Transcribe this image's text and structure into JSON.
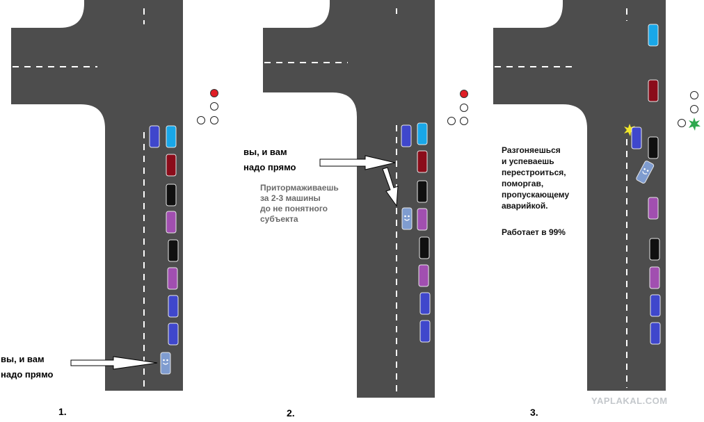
{
  "panels": [
    {
      "step_label": "1.",
      "notes": [
        {
          "lines": [
            "вы, и вам",
            "надо прямо"
          ]
        }
      ]
    },
    {
      "step_label": "2.",
      "notes": [
        {
          "lines": [
            "вы, и вам",
            "надо прямо"
          ]
        },
        {
          "lines": [
            "Притормаживаешь",
            "за 2-3 машины",
            "до не понятного",
            "субъекта"
          ]
        }
      ]
    },
    {
      "step_label": "3.",
      "notes": [
        {
          "lines": [
            "Разгоняешься",
            "и успеваешь",
            "перестроиться,",
            "поморгав,",
            "пропускающему",
            "аварийкой."
          ]
        },
        {
          "lines": [
            "Работает в 99%"
          ]
        }
      ]
    }
  ],
  "watermark": "YAPLAKAL.COM",
  "colors": {
    "road": "#4d4d4d",
    "marking": "#ffffff",
    "light_red": "#e01e26",
    "car_blue": "#3f47cc",
    "car_cyan": "#19a7e8",
    "car_darkred": "#8b0c1a",
    "car_black": "#101010",
    "car_purple": "#a14fb0",
    "car_player": "#7f9ccf",
    "arrow_fill": "#ffffff",
    "burst_yellow": "#f2e82a",
    "burst_green": "#2fa84f"
  }
}
